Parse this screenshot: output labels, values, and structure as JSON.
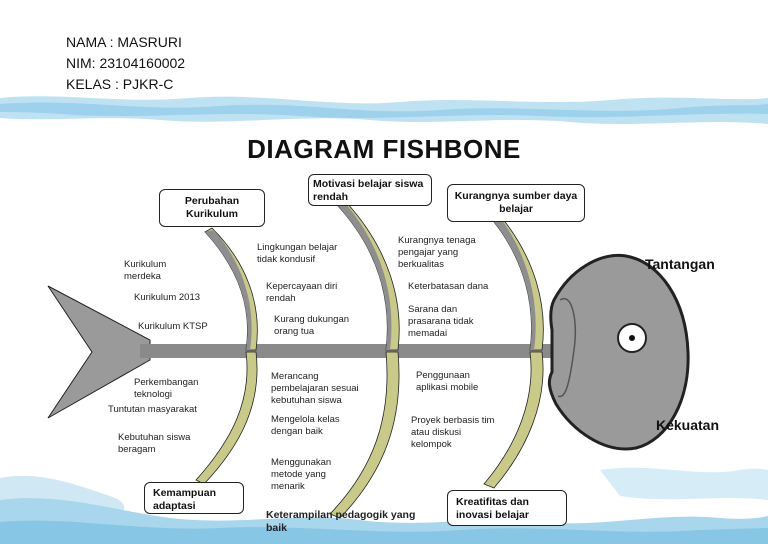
{
  "header": {
    "nama": "NAMA : MASRURI",
    "nim": "NIM: 23104160002",
    "kelas": "KELAS : PJKR-C"
  },
  "title": "DIAGRAM FISHBONE",
  "categories": {
    "top_left": "Perubahan Kurikulum",
    "top_middle": "Motivasi belajar siswa rendah",
    "top_right": "Kurangnya sumber daya belajar",
    "bottom_left": "Kemampuan adaptasi",
    "bottom_middle": "Keterampilan pedagogik yang baik",
    "bottom_right": "Kreatifitas dan inovasi belajar"
  },
  "causes": {
    "top_left": [
      "Kurikulum merdeka",
      "Kurikulum 2013",
      "Kurikulum KTSP"
    ],
    "top_middle": [
      "Lingkungan belajar tidak kondusif",
      "Kepercayaan diri rendah",
      "Kurang dukungan orang tua"
    ],
    "top_right": [
      "Kurangnya tenaga pengajar yang berkualitas",
      "Keterbatasan dana",
      "Sarana dan prasarana tidak memadai"
    ],
    "bottom_left": [
      "Perkembangan teknologi",
      "Tuntutan masyarakat",
      "Kebutuhan siswa beragam"
    ],
    "bottom_middle": [
      "Merancang pembelajaran sesuai kebutuhan siswa",
      "Mengelola kelas dengan baik",
      "Menggunakan metode yang menarik"
    ],
    "bottom_right": [
      "Penggunaan aplikasi mobile",
      "Proyek berbasis tim atau diskusi kelompok"
    ]
  },
  "side_labels": {
    "top": "Tantangan",
    "bottom": "Kekuatan"
  },
  "colors": {
    "wave_light": "#cfe6f2",
    "wave_mid": "#9fd1ea",
    "fish_body": "#9a9a9a",
    "fish_outline": "#222222",
    "bone_olive": "#c9c98a",
    "spine": "#8a8a8a"
  }
}
